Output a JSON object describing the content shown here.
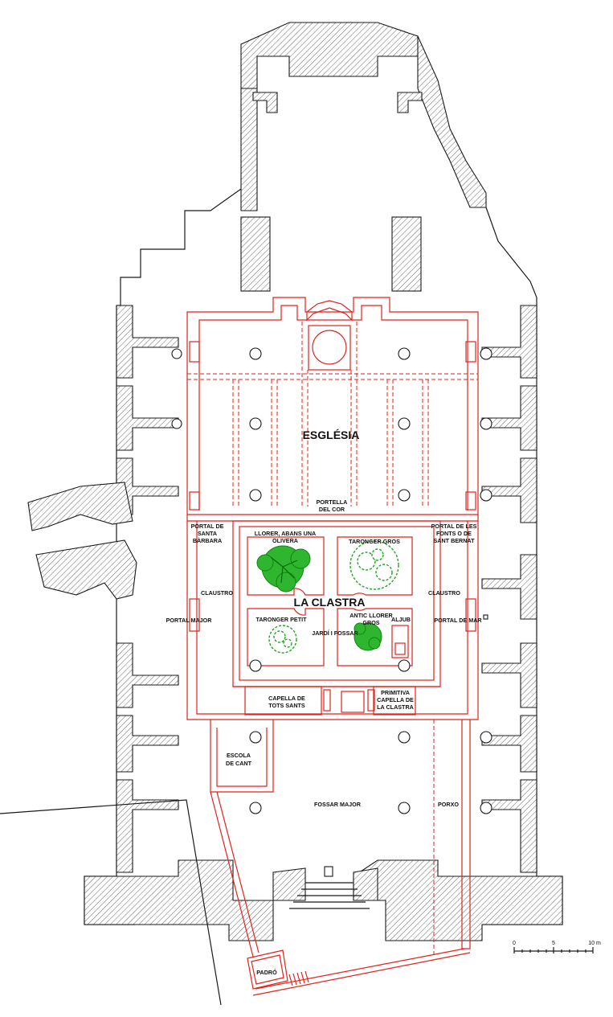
{
  "labels": {
    "esglesia": "ESGLÉSIA",
    "clastra": "LA CLASTRA",
    "portella_cor_1": "PORTELLA",
    "portella_cor_2": "DEL COR",
    "portal_santa_barbara_1": "PORTAL DE",
    "portal_santa_barbara_2": "SANTA",
    "portal_santa_barbara_3": "BÀRBARA",
    "portal_fonts_1": "PORTAL DE LES",
    "portal_fonts_2": "FONTS O DE",
    "portal_fonts_3": "SANT BERNAT",
    "llorer_1": "LLORER, ABANS UNA",
    "llorer_2": "OLIVERA",
    "taronger_gros": "TARONGER GROS",
    "claustro_left": "CLAUSTRO",
    "claustro_right": "CLAUSTRO",
    "portal_major": "PORTAL MAJOR",
    "portal_mar": "PORTAL DE MAR",
    "taronger_petit": "TARONGER PETIT",
    "antic_llorer_1": "ANTIC LLORER",
    "antic_llorer_2": "GROS",
    "jardi_fossar": "JARDÍ I FOSSAR",
    "aljub": "ALJUB",
    "capella_tots_sants_1": "CAPELLA DE",
    "capella_tots_sants_2": "TOTS SANTS",
    "primitiva_1": "PRIMITIVA",
    "primitiva_2": "CAPELLA DE",
    "primitiva_3": "LA CLASTRA",
    "escola_1": "ESCOLA",
    "escola_2": "DE CANT",
    "fossar_major": "FOSSAR MAJOR",
    "porxo": "PORXO",
    "padro": "PADRÓ"
  },
  "scale_bar": {
    "tick_0": "0",
    "tick_5": "5",
    "tick_10": "10 m"
  },
  "colors": {
    "old_plan": "#e0231c",
    "current_walls": "#1a1a1a",
    "trees": "#2fb52f"
  }
}
